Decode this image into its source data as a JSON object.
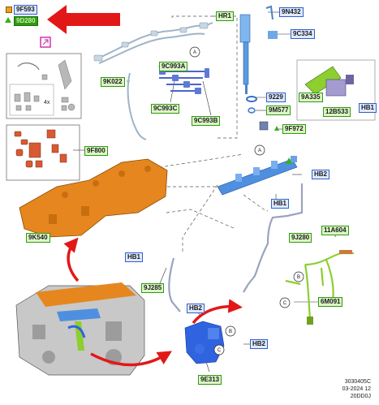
{
  "legend": {
    "orange_label": "9F593",
    "green_label": "9D280"
  },
  "callouts": {
    "c_9F593": "9F593",
    "c_9D280": "9D280",
    "c_HR1": "HR1",
    "c_9N432": "9N432",
    "c_9C334": "9C334",
    "c_9K022": "9K022",
    "c_9C993A": "9C993A",
    "c_9C993C": "9C993C",
    "c_9C993B": "9C993B",
    "c_9229": "9229",
    "c_9M577": "9M577",
    "c_9F972": "9F972",
    "c_9A335": "9A335",
    "c_12B533": "12B533",
    "c_HB1_a": "HB1",
    "c_9F800": "9F800",
    "c_HB2_a": "HB2",
    "c_HB1_b": "HB1",
    "c_9K540": "9K540",
    "c_HB1_c": "HB1",
    "c_9J280": "9J280",
    "c_11A604": "11A604",
    "c_9J285": "9J285",
    "c_6M091": "6M091",
    "c_HB2_b": "HB2",
    "c_HB2_c": "HB2",
    "c_9E313": "9E313"
  },
  "circle_markers": {
    "a_top": "A",
    "a_mid": "A",
    "b_right": "B",
    "b_lower": "B",
    "c_right": "C",
    "c_lower": "C"
  },
  "small_text": {
    "qty": "4x"
  },
  "footer": {
    "line1": "3030405C",
    "line2": "03-2024 12",
    "line3": "20DD0J"
  },
  "colors": {
    "label_blue": "#2f5fd0",
    "label_green": "#2f9a12",
    "highlight_orange": "#e5871e",
    "highlight_green": "#8ccf2e",
    "injector_blue": "#4f8fe0",
    "arrow_red": "#e21818"
  }
}
